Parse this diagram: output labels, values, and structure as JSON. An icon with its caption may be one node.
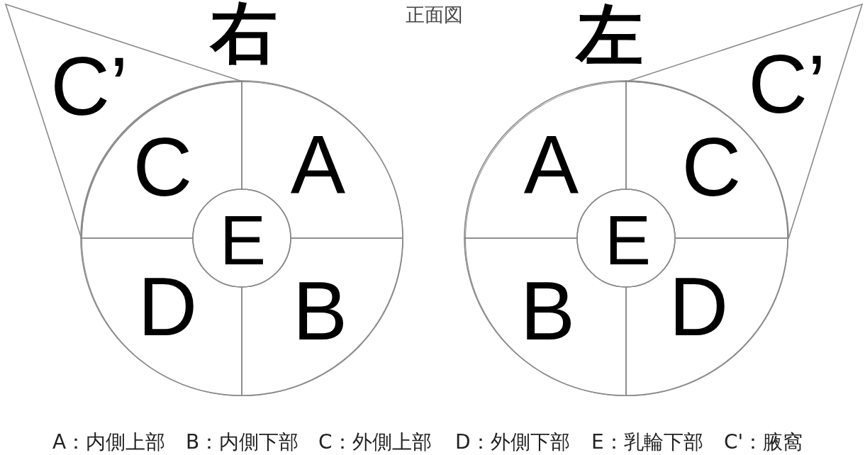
{
  "diagram": {
    "title": "正面図",
    "nodes": [
      {
        "text": [
          "C’"
        ]
      },
      {
        "text": [],
        "shape": "circle"
      },
      {
        "text": [
          "C"
        ],
        "in": 1
      },
      {
        "text": [
          "A"
        ],
        "in": 1
      },
      {
        "text": [
          "E"
        ],
        "in": 1
      },
      {
        "text": [
          "D"
        ],
        "in": 1
      },
      {
        "text": [
          "B"
        ],
        "in": 1
      },
      {
        "text": [],
        "shape": "circle"
      },
      {
        "text": [
          "C’"
        ]
      },
      {
        "text": [
          "A"
        ],
        "in": 7
      },
      {
        "text": [
          "C"
        ],
        "in": 7
      },
      {
        "text": [
          "E"
        ],
        "in": 7
      },
      {
        "text": [
          "B"
        ],
        "in": 7
      },
      {
        "text": [
          "D"
        ],
        "in": 7
      }
    ],
    "labels": [
      "右",
      "左",
      "A：内側上部",
      "B：内側下部",
      "C：外側上部",
      "D：外側下部",
      "E：乳輪下部",
      "C'：腋窩"
    ]
  }
}
